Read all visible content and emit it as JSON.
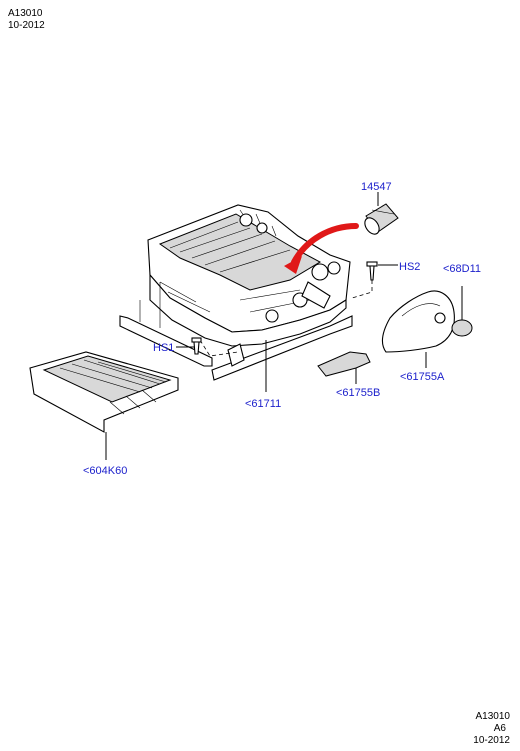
{
  "header": {
    "code": "A13010",
    "date": "10-2012"
  },
  "footer": {
    "code": "A13010",
    "page": "A6",
    "date": "10-2012"
  },
  "colors": {
    "label": "#1e22cc",
    "arrow": "#e01818",
    "line": "#000000"
  },
  "labels": {
    "p14547": "14547",
    "hs2": "HS2",
    "p68d11": "<68D11",
    "hs1": "HS1",
    "p61755a": "<61755A",
    "p61755b": "<61755B",
    "p61711": "<61711",
    "p604k60": "<604K60"
  }
}
